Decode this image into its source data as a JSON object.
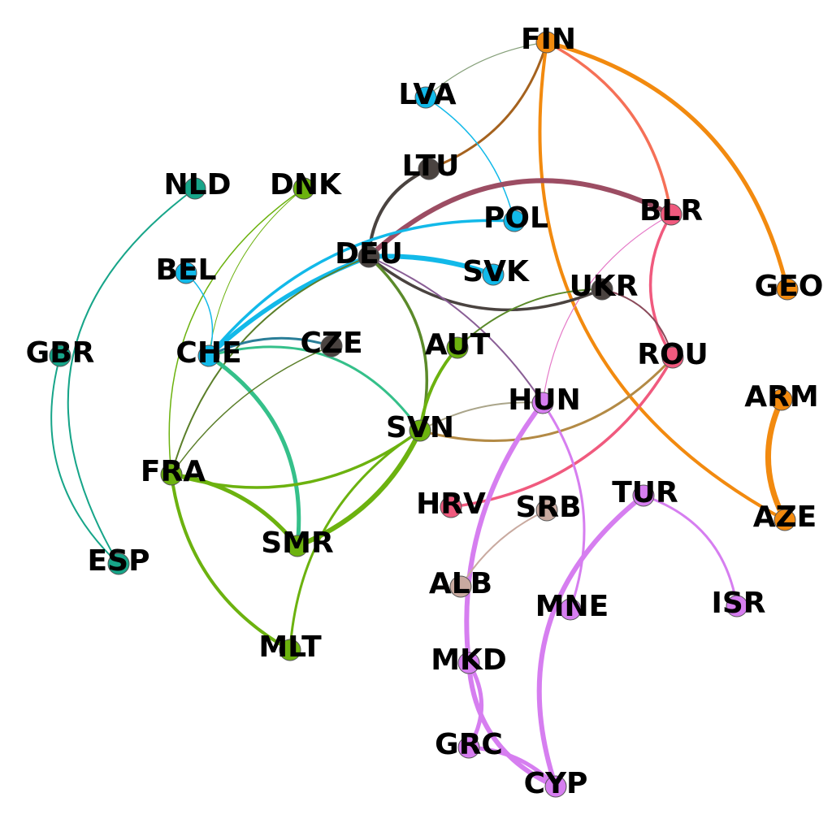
{
  "nodes": [
    {
      "id": "FIN",
      "label": "FIN",
      "color": "#f28a0f"
    },
    {
      "id": "LVA",
      "label": "LVA",
      "color": "#12b9e9"
    },
    {
      "id": "LTU",
      "label": "LTU",
      "color": "#4a4340"
    },
    {
      "id": "NLD",
      "label": "NLD",
      "color": "#17a589"
    },
    {
      "id": "DNK",
      "label": "DNK",
      "color": "#6cb20f"
    },
    {
      "id": "BLR",
      "label": "BLR",
      "color": "#f05a7e"
    },
    {
      "id": "POL",
      "label": "POL",
      "color": "#12b9e9"
    },
    {
      "id": "DEU",
      "label": "DEU",
      "color": "#4a4340"
    },
    {
      "id": "BEL",
      "label": "BEL",
      "color": "#12b9e9"
    },
    {
      "id": "SVK",
      "label": "SVK",
      "color": "#12b9e9"
    },
    {
      "id": "UKR",
      "label": "UKR",
      "color": "#4a4340"
    },
    {
      "id": "GEO",
      "label": "GEO",
      "color": "#f28a0f"
    },
    {
      "id": "GBR",
      "label": "GBR",
      "color": "#17a589"
    },
    {
      "id": "CHE",
      "label": "CHE",
      "color": "#12b9e9"
    },
    {
      "id": "CZE",
      "label": "CZE",
      "color": "#4a4340"
    },
    {
      "id": "AUT",
      "label": "AUT",
      "color": "#6cb20f"
    },
    {
      "id": "ROU",
      "label": "ROU",
      "color": "#f05a7e"
    },
    {
      "id": "HUN",
      "label": "HUN",
      "color": "#d67ef0"
    },
    {
      "id": "ARM",
      "label": "ARM",
      "color": "#f28a0f"
    },
    {
      "id": "SVN",
      "label": "SVN",
      "color": "#6cb20f"
    },
    {
      "id": "FRA",
      "label": "FRA",
      "color": "#6cb20f"
    },
    {
      "id": "HRV",
      "label": "HRV",
      "color": "#f05a7e"
    },
    {
      "id": "SRB",
      "label": "SRB",
      "color": "#c9aaa0"
    },
    {
      "id": "TUR",
      "label": "TUR",
      "color": "#d67ef0"
    },
    {
      "id": "AZE",
      "label": "AZE",
      "color": "#f28a0f"
    },
    {
      "id": "SMR",
      "label": "SMR",
      "color": "#6cb20f"
    },
    {
      "id": "ESP",
      "label": "ESP",
      "color": "#17a589"
    },
    {
      "id": "ALB",
      "label": "ALB",
      "color": "#c9aaa0"
    },
    {
      "id": "MNE",
      "label": "MNE",
      "color": "#d67ef0"
    },
    {
      "id": "ISR",
      "label": "ISR",
      "color": "#d67ef0"
    },
    {
      "id": "MLT",
      "label": "MLT",
      "color": "#6cb20f"
    },
    {
      "id": "MKD",
      "label": "MKD",
      "color": "#d67ef0"
    },
    {
      "id": "GRC",
      "label": "GRC",
      "color": "#d67ef0"
    },
    {
      "id": "CYP",
      "label": "CYP",
      "color": "#d67ef0"
    }
  ],
  "edges": [
    {
      "from": "FIN",
      "to": "LVA",
      "color": "#86a07a"
    },
    {
      "from": "FIN",
      "to": "LTU",
      "color": "#a5621e"
    },
    {
      "from": "FIN",
      "to": "BLR",
      "color": "#f57057"
    },
    {
      "from": "FIN",
      "to": "GEO",
      "color": "#f28a0f"
    },
    {
      "from": "FIN",
      "to": "AZE",
      "color": "#f28a0f"
    },
    {
      "from": "LVA",
      "to": "POL",
      "color": "#12b9e9"
    },
    {
      "from": "LTU",
      "to": "DEU",
      "color": "#4a4340"
    },
    {
      "from": "NLD",
      "to": "ESP",
      "color": "#17a589"
    },
    {
      "from": "DNK",
      "to": "CHE",
      "color": "#6cb20f"
    },
    {
      "from": "DNK",
      "to": "FRA",
      "color": "#6cb20f"
    },
    {
      "from": "BLR",
      "to": "DEU",
      "color": "#9c4d63"
    },
    {
      "from": "BLR",
      "to": "ROU",
      "color": "#f05a7e"
    },
    {
      "from": "BLR",
      "to": "HUN",
      "color": "#e57ac8"
    },
    {
      "from": "POL",
      "to": "CHE",
      "color": "#12b9e9"
    },
    {
      "from": "DEU",
      "to": "SVK",
      "color": "#12b9e9"
    },
    {
      "from": "DEU",
      "to": "CHE",
      "color": "#12b9e9"
    },
    {
      "from": "DEU",
      "to": "UKR",
      "color": "#4a4340"
    },
    {
      "from": "DEU",
      "to": "FRA",
      "color": "#5b7f2a"
    },
    {
      "from": "DEU",
      "to": "SVN",
      "color": "#5b8a2a"
    },
    {
      "from": "DEU",
      "to": "HUN",
      "color": "#8a5f96"
    },
    {
      "from": "UKR",
      "to": "AUT",
      "color": "#5b8a2a"
    },
    {
      "from": "UKR",
      "to": "ROU",
      "color": "#8a4a5a"
    },
    {
      "from": "BEL",
      "to": "CHE",
      "color": "#12b9e9"
    },
    {
      "from": "GBR",
      "to": "ESP",
      "color": "#17a589"
    },
    {
      "from": "CHE",
      "to": "CZE",
      "color": "#2a7e98"
    },
    {
      "from": "CHE",
      "to": "SVN",
      "color": "#35c08a"
    },
    {
      "from": "CHE",
      "to": "SMR",
      "color": "#35c08a"
    },
    {
      "from": "CZE",
      "to": "FRA",
      "color": "#5b7f2a"
    },
    {
      "from": "AUT",
      "to": "SVN",
      "color": "#6cb20f"
    },
    {
      "from": "ROU",
      "to": "SVN",
      "color": "#b38a45"
    },
    {
      "from": "ROU",
      "to": "HRV",
      "color": "#f05a7e"
    },
    {
      "from": "HUN",
      "to": "SVN",
      "color": "#aaa58a"
    },
    {
      "from": "HUN",
      "to": "MNE",
      "color": "#d67ef0"
    },
    {
      "from": "HUN",
      "to": "MKD",
      "color": "#d67ef0"
    },
    {
      "from": "SVN",
      "to": "FRA",
      "color": "#6cb20f"
    },
    {
      "from": "SVN",
      "to": "SMR",
      "color": "#6cb20f"
    },
    {
      "from": "SVN",
      "to": "MLT",
      "color": "#6cb20f"
    },
    {
      "from": "FRA",
      "to": "SMR",
      "color": "#6cb20f"
    },
    {
      "from": "FRA",
      "to": "MLT",
      "color": "#6cb20f"
    },
    {
      "from": "SRB",
      "to": "ALB",
      "color": "#c9aaa0"
    },
    {
      "from": "TUR",
      "to": "ISR",
      "color": "#d67ef0"
    },
    {
      "from": "TUR",
      "to": "CYP",
      "color": "#d67ef0"
    },
    {
      "from": "ARM",
      "to": "AZE",
      "color": "#f28a0f"
    },
    {
      "from": "MKD",
      "to": "GRC",
      "color": "#d67ef0"
    },
    {
      "from": "MKD",
      "to": "CYP",
      "color": "#d67ef0"
    },
    {
      "from": "GRC",
      "to": "CYP",
      "color": "#d67ef0"
    }
  ]
}
